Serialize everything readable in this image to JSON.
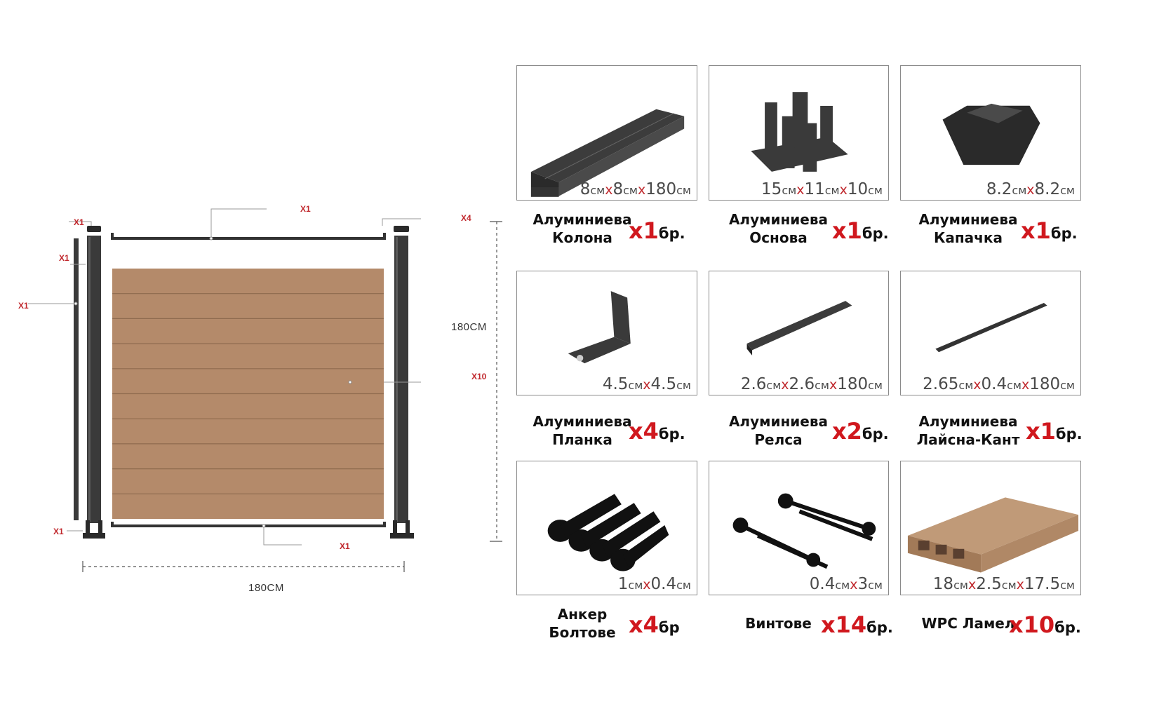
{
  "diagram": {
    "width_label": "180CM",
    "height_label": "180CM",
    "markers": {
      "top_rail": "X1",
      "right_cap": "X4",
      "left_cap": "X1",
      "left_post": "X1",
      "left_strip": "X1",
      "left_base": "X1",
      "bottom_rail": "X1",
      "boards": "X10"
    },
    "colors": {
      "board": "#b48a6a",
      "metal": "#3a3a3a",
      "marker": "#c0282d"
    }
  },
  "products": [
    {
      "name1": "Алуминиева",
      "name2": "Колона",
      "qty_x": "x",
      "qty_n": "1",
      "qty_u": "бр.",
      "size": [
        [
          "8",
          "см"
        ],
        [
          "8",
          "см"
        ],
        [
          "180",
          "см"
        ]
      ],
      "icon": "aluminium-post-icon"
    },
    {
      "name1": "Алуминиева",
      "name2": "Основа",
      "qty_x": "x",
      "qty_n": "1",
      "qty_u": "бр.",
      "size": [
        [
          "15",
          "см"
        ],
        [
          "11",
          "см"
        ],
        [
          "10",
          "см"
        ]
      ],
      "icon": "post-base-icon"
    },
    {
      "name1": "Алуминиева",
      "name2": "Капачка",
      "qty_x": "x",
      "qty_n": "1",
      "qty_u": "бр.",
      "size": [
        [
          "8.2",
          "см"
        ],
        [
          "8.2",
          "см"
        ]
      ],
      "icon": "post-cap-icon"
    },
    {
      "name1": "Алуминиева",
      "name2": "Планка",
      "qty_x": "x",
      "qty_n": "4",
      "qty_u": "бр.",
      "size": [
        [
          "4.5",
          "см"
        ],
        [
          "4.5",
          "см"
        ]
      ],
      "icon": "angle-bracket-icon"
    },
    {
      "name1": "Алуминиева",
      "name2": "Релса",
      "qty_x": "x",
      "qty_n": "2",
      "qty_u": "бр.",
      "size": [
        [
          "2.6",
          "см"
        ],
        [
          "2.6",
          "см"
        ],
        [
          "180",
          "см"
        ]
      ],
      "icon": "rail-icon"
    },
    {
      "name1": "Алуминиева",
      "name2": "Лайсна-Кант",
      "qty_x": "x",
      "qty_n": "1",
      "qty_u": "бр.",
      "size": [
        [
          "2.65",
          "см"
        ],
        [
          "0.4",
          "см"
        ],
        [
          "180",
          "см"
        ]
      ],
      "icon": "edge-strip-icon"
    },
    {
      "name1": "Анкер",
      "name2": "Болтове",
      "qty_x": "x",
      "qty_n": "4",
      "qty_u": "бр",
      "size": [
        [
          "1",
          "см"
        ],
        [
          "0.4",
          "см"
        ]
      ],
      "icon": "anchor-bolts-icon"
    },
    {
      "name1": "Винтове",
      "name2": "",
      "qty_x": "x",
      "qty_n": "14",
      "qty_u": "бр.",
      "size": [
        [
          "0.4",
          "см"
        ],
        [
          "3",
          "см"
        ]
      ],
      "icon": "screws-icon"
    },
    {
      "name1": "WPC Ламел",
      "name2": "",
      "qty_x": "x",
      "qty_n": "10",
      "qty_u": "бр.",
      "size": [
        [
          "18",
          "см"
        ],
        [
          "2.5",
          "см"
        ],
        [
          "17.5",
          "см"
        ]
      ],
      "icon": "wpc-board-icon"
    }
  ]
}
